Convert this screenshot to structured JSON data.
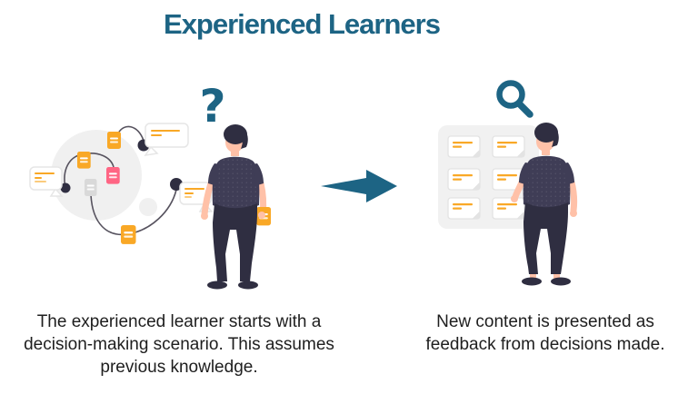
{
  "title": {
    "text": "Experienced Learners"
  },
  "captions": {
    "left": "The experienced learner starts with a decision-making scenario. This assumes previous knowledge.",
    "right": "New content is presented as feedback from decisions made."
  },
  "icons": {
    "question_mark": "?",
    "magnifier": "magnifying-glass-icon",
    "flow_arrow": "right-arrow-icon"
  },
  "colors": {
    "teal": "#1d6484",
    "orange": "#f9a826",
    "pink": "#ff6584",
    "shirt": "#3f3d56",
    "dark": "#2f2e41",
    "skin": "#ffc1a8",
    "bg-shape": "#f0f0f0",
    "panel": "#f1f1f1",
    "card-border": "#e3e3e3",
    "doc-gray": "#d9d9d9",
    "curve": "#56525e",
    "bubble-border": "#e6e6e6",
    "text": "#1e1e1e"
  }
}
